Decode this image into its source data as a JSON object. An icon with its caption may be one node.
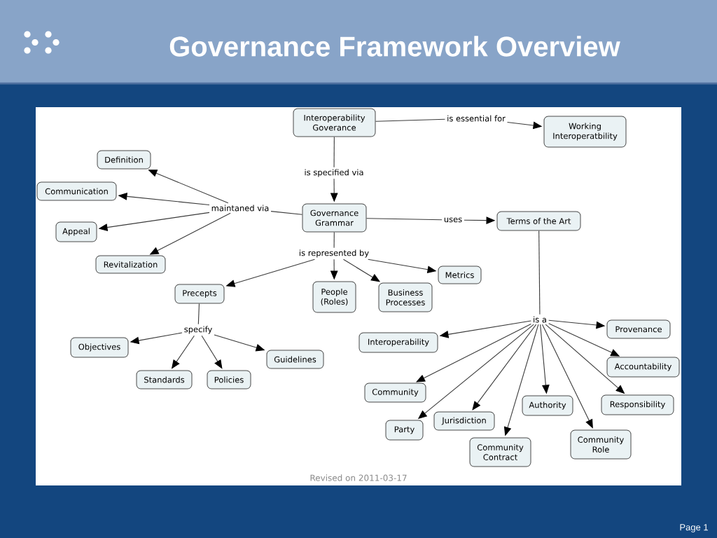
{
  "diagram": {
    "title": "Governance Framework Overview",
    "nodes": [
      {
        "text": [
          "Interoperability Goverance"
        ]
      },
      {
        "text": [
          "is essential for"
        ]
      },
      {
        "text": [
          "Working Interoperatbility"
        ]
      },
      {
        "text": [
          "Definition"
        ]
      },
      {
        "text": [
          "is specified via"
        ]
      },
      {
        "text": [
          "Communication"
        ]
      },
      {
        "text": [
          "maintaned via"
        ]
      },
      {
        "text": [
          "Governance Grammar"
        ]
      },
      {
        "text": [
          "uses"
        ]
      },
      {
        "text": [
          "Terms of the Art"
        ]
      },
      {
        "text": [
          "Appeal"
        ]
      },
      {
        "text": [
          "is represented by"
        ]
      },
      {
        "text": [
          "Revitalization"
        ]
      },
      {
        "text": [
          "Metrics"
        ]
      },
      {
        "text": [
          "Precepts"
        ]
      },
      {
        "text": [
          "People (Roles)"
        ]
      },
      {
        "text": [
          "Business Processes"
        ]
      },
      {
        "text": [
          "is a"
        ]
      },
      {
        "text": [
          "specify"
        ]
      },
      {
        "text": [
          "Provenance"
        ]
      },
      {
        "text": [
          "Interoperability"
        ]
      },
      {
        "text": [
          "Objectives"
        ]
      },
      {
        "text": [
          "Guidelines"
        ]
      },
      {
        "text": [
          "Accountability"
        ]
      },
      {
        "text": [
          "Standards"
        ]
      },
      {
        "text": [
          "Policies"
        ]
      },
      {
        "text": [
          "Community"
        ]
      },
      {
        "text": [
          "Authority"
        ]
      },
      {
        "text": [
          "Responsibility"
        ]
      },
      {
        "text": [
          "Jurisdiction"
        ]
      },
      {
        "text": [
          "Party"
        ]
      },
      {
        "text": [
          "Community Role"
        ]
      },
      {
        "text": [
          "Community Contract"
        ]
      }
    ],
    "edges": [
      {
        "from": 0,
        "to": 1,
        "arrow": "none"
      },
      {
        "from": 1,
        "to": 2,
        "arrow": "to"
      },
      {
        "from": 0,
        "to": 4,
        "arrow": "none"
      },
      {
        "from": 4,
        "to": 7,
        "arrow": "to"
      },
      {
        "from": 7,
        "to": 6,
        "arrow": "none"
      },
      {
        "from": 6,
        "to": 3,
        "arrow": "to"
      },
      {
        "from": 6,
        "to": 5,
        "arrow": "to"
      },
      {
        "from": 6,
        "to": 10,
        "arrow": "to"
      },
      {
        "from": 6,
        "to": 12,
        "arrow": "to"
      },
      {
        "from": 7,
        "to": 8,
        "arrow": "none"
      },
      {
        "from": 8,
        "to": 9,
        "arrow": "to"
      },
      {
        "from": 7,
        "to": 11,
        "arrow": "none"
      },
      {
        "from": 11,
        "to": 14,
        "arrow": "to"
      },
      {
        "from": 11,
        "to": 15,
        "arrow": "to"
      },
      {
        "from": 11,
        "to": 16,
        "arrow": "to"
      },
      {
        "from": 11,
        "to": 13,
        "arrow": "to"
      },
      {
        "from": 14,
        "to": 18,
        "arrow": "none"
      },
      {
        "from": 18,
        "to": 21,
        "arrow": "to"
      },
      {
        "from": 18,
        "to": 24,
        "arrow": "to"
      },
      {
        "from": 18,
        "to": 25,
        "arrow": "to"
      },
      {
        "from": 18,
        "to": 22,
        "arrow": "to"
      },
      {
        "from": 9,
        "to": 17,
        "arrow": "none"
      },
      {
        "from": 17,
        "to": 20,
        "arrow": "to"
      },
      {
        "from": 17,
        "to": 26,
        "arrow": "to"
      },
      {
        "from": 17,
        "to": 30,
        "arrow": "to"
      },
      {
        "from": 17,
        "to": 29,
        "arrow": "to"
      },
      {
        "from": 17,
        "to": 32,
        "arrow": "to"
      },
      {
        "from": 17,
        "to": 27,
        "arrow": "to"
      },
      {
        "from": 17,
        "to": 31,
        "arrow": "to"
      },
      {
        "from": 17,
        "to": 28,
        "arrow": "to"
      },
      {
        "from": 17,
        "to": 23,
        "arrow": "to"
      },
      {
        "from": 17,
        "to": 19,
        "arrow": "to"
      }
    ],
    "labels": [
      "Revised on 2011-03-17",
      "Page 1"
    ]
  }
}
